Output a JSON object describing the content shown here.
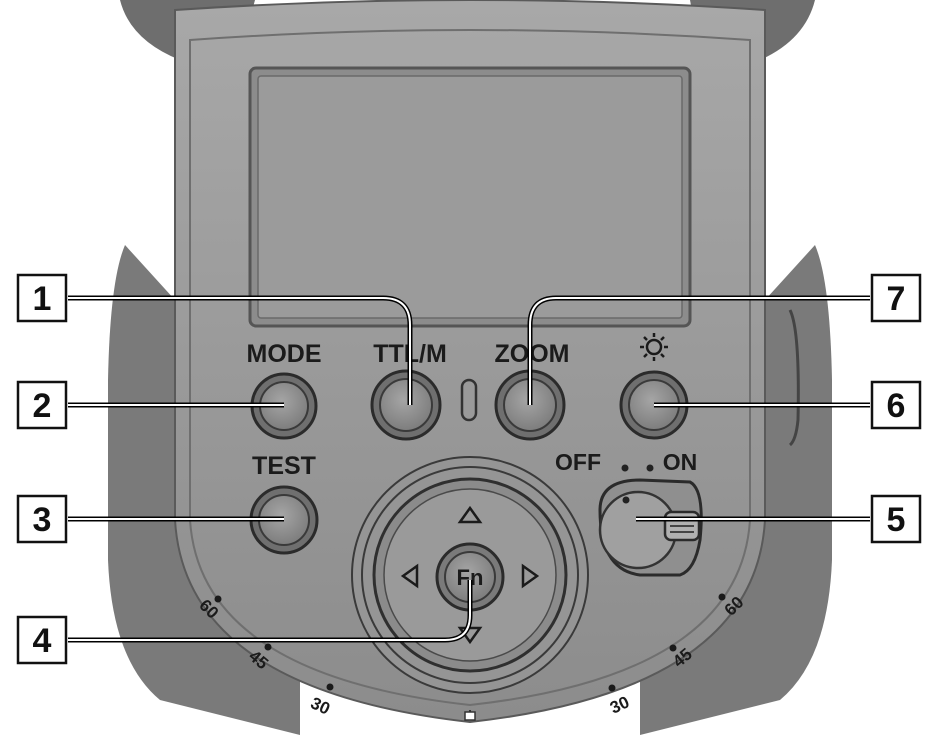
{
  "labels": {
    "mode": "MODE",
    "ttl_m": "TTL/M",
    "zoom": "ZOOM",
    "test": "TEST",
    "off": "OFF",
    "on": "ON",
    "fn": "Fn"
  },
  "icons": {
    "light_button": "sun-icon",
    "dial_up": "triangle-up-icon",
    "dial_left": "triangle-left-icon",
    "dial_right": "triangle-right-icon",
    "dial_down": "triangle-down-icon"
  },
  "callouts": [
    "1",
    "2",
    "3",
    "4",
    "5",
    "6",
    "7"
  ],
  "scale_left": [
    "60",
    "45",
    "30"
  ],
  "scale_right": [
    "60",
    "45",
    "30"
  ]
}
